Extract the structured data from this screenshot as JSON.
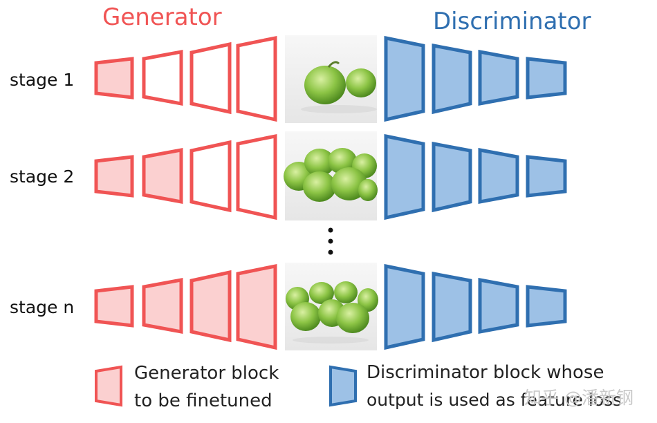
{
  "header": {
    "generator": "Generator",
    "discriminator": "Discriminator"
  },
  "colors": {
    "generator_stroke": "#f05454",
    "generator_fill": "#fbd0d0",
    "discriminator_stroke": "#2f6fb0",
    "discriminator_fill": "#9dc1e6",
    "generator_title": "#f05454",
    "discriminator_title": "#2f6fb0"
  },
  "stages": [
    {
      "label": "stage 1",
      "filled_generator_blocks": 1,
      "image": "two-green-apples-photo"
    },
    {
      "label": "stage 2",
      "filled_generator_blocks": 2,
      "image": "pile-of-green-apples-photo"
    },
    {
      "label": "stage n",
      "filled_generator_blocks": 4,
      "image": "green-apples-group-photo"
    }
  ],
  "ellipsis": "⋮",
  "legend": {
    "generator_line1": "Generator block",
    "generator_line2": "to be finetuned",
    "discriminator_line1": "Discriminator block whose",
    "discriminator_line2": "output is used as feature loss"
  },
  "watermark": "知乎 @潘新钢"
}
